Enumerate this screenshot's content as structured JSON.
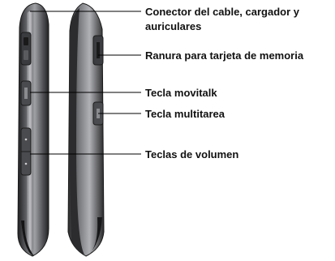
{
  "callouts": {
    "connector_line1": "Conector del cable, cargador y",
    "connector_line2": "auriculares",
    "memory_slot": "Ranura para tarjeta de memoria",
    "movitalk_key": "Tecla movitalk",
    "multitask_key": "Tecla multitarea",
    "volume_keys": "Teclas de volumen"
  },
  "colors": {
    "body_dark": "#2d2d2f",
    "body_mid": "#6f7073",
    "body_light": "#a9aaad",
    "chrome_strip": "#9a9ba0",
    "leader_line": "#000000"
  },
  "icons": {
    "left_phone_side": "phone-left-profile",
    "right_phone_side": "phone-right-profile"
  }
}
